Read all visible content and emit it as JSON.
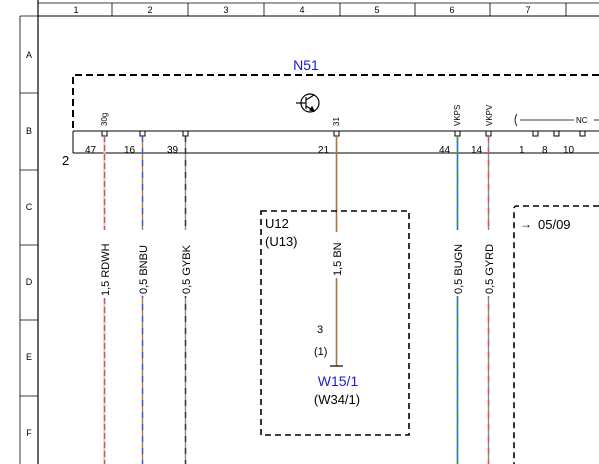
{
  "frame": {
    "columns": [
      "1",
      "2",
      "3",
      "4",
      "5",
      "6",
      "7"
    ],
    "rows": [
      "A",
      "B",
      "C",
      "D",
      "E",
      "F"
    ]
  },
  "module": {
    "id": "N51",
    "id_color": "#1a1acc",
    "sheet_ref": "2",
    "pin_names": [
      "30g",
      "31",
      "VKPS",
      "VKPV"
    ],
    "nc_label": "NC",
    "pins": [
      "47",
      "16",
      "39",
      "21",
      "44",
      "14",
      "1",
      "8",
      "10"
    ]
  },
  "wires": [
    {
      "label": "1,5 RDWH",
      "colors": [
        "#e84a4a",
        "#cccccc"
      ]
    },
    {
      "label": "0,5 BNBU",
      "colors": [
        "#b07a40",
        "#3a5ae0"
      ]
    },
    {
      "label": "0,5 GYBK",
      "colors": [
        "#888888",
        "#333333"
      ]
    },
    {
      "label": "1,5 BN",
      "colors": [
        "#a8743a"
      ]
    },
    {
      "label": "0,5 BUGN",
      "colors": [
        "#3a5ae0",
        "#2aa84a"
      ]
    },
    {
      "label": "0,5 GYRD",
      "colors": [
        "#888888",
        "#e84a4a"
      ]
    }
  ],
  "subunit": {
    "name": "U12",
    "alt_name": "(U13)",
    "pin": "3",
    "alt_pin": "(1)",
    "connector": "W15/1",
    "connector_color": "#1a1acc",
    "alt_connector": "(W34/1)"
  },
  "sheet_link": {
    "arrow": "→",
    "target": "05/09"
  }
}
